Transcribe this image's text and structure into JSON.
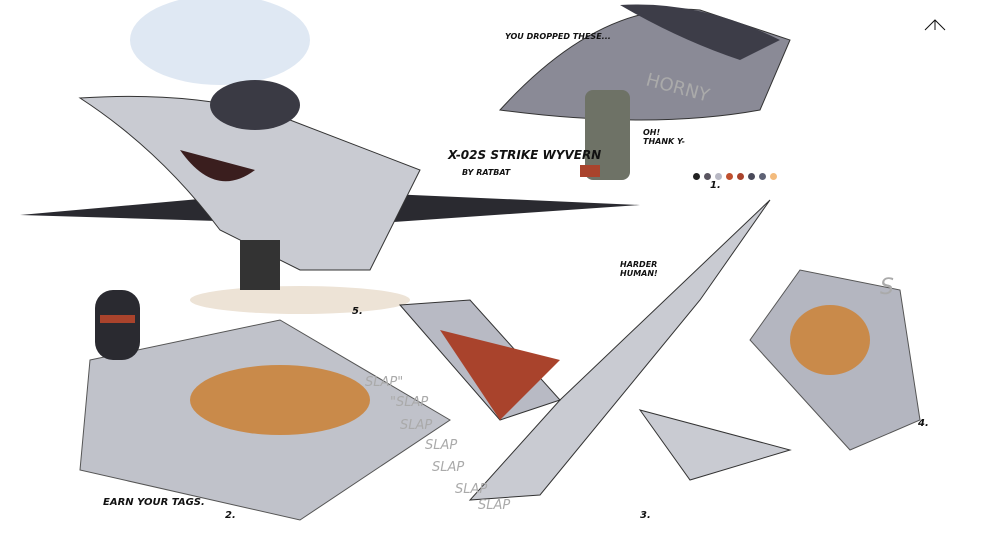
{
  "title": "X-02S STRIKE WYVERN",
  "author": "BY RATBAT",
  "panels": [
    {
      "number": "1.",
      "dialogue": [
        "YOU DROPPED THESE...",
        "OH! THANK Y-"
      ],
      "jet_marking": "HORNY"
    },
    {
      "number": "2.",
      "caption": "EARN YOUR TAGS."
    },
    {
      "number": "3.",
      "dialogue": [
        "HARDER HUMAN!"
      ],
      "sfx": [
        "SLAP\"",
        "\"SLAP",
        "SLAP",
        "SLAP",
        "SLAP",
        "SLAP",
        "SLAP"
      ]
    },
    {
      "number": "4.",
      "sfx": [
        "S"
      ]
    },
    {
      "number": "5."
    }
  ],
  "palette": [
    "#222222",
    "#5a5560",
    "#b8b8c4",
    "#c0502e",
    "#a9432c",
    "#4a4a5a",
    "#5e6275",
    "#f3bb7d"
  ]
}
